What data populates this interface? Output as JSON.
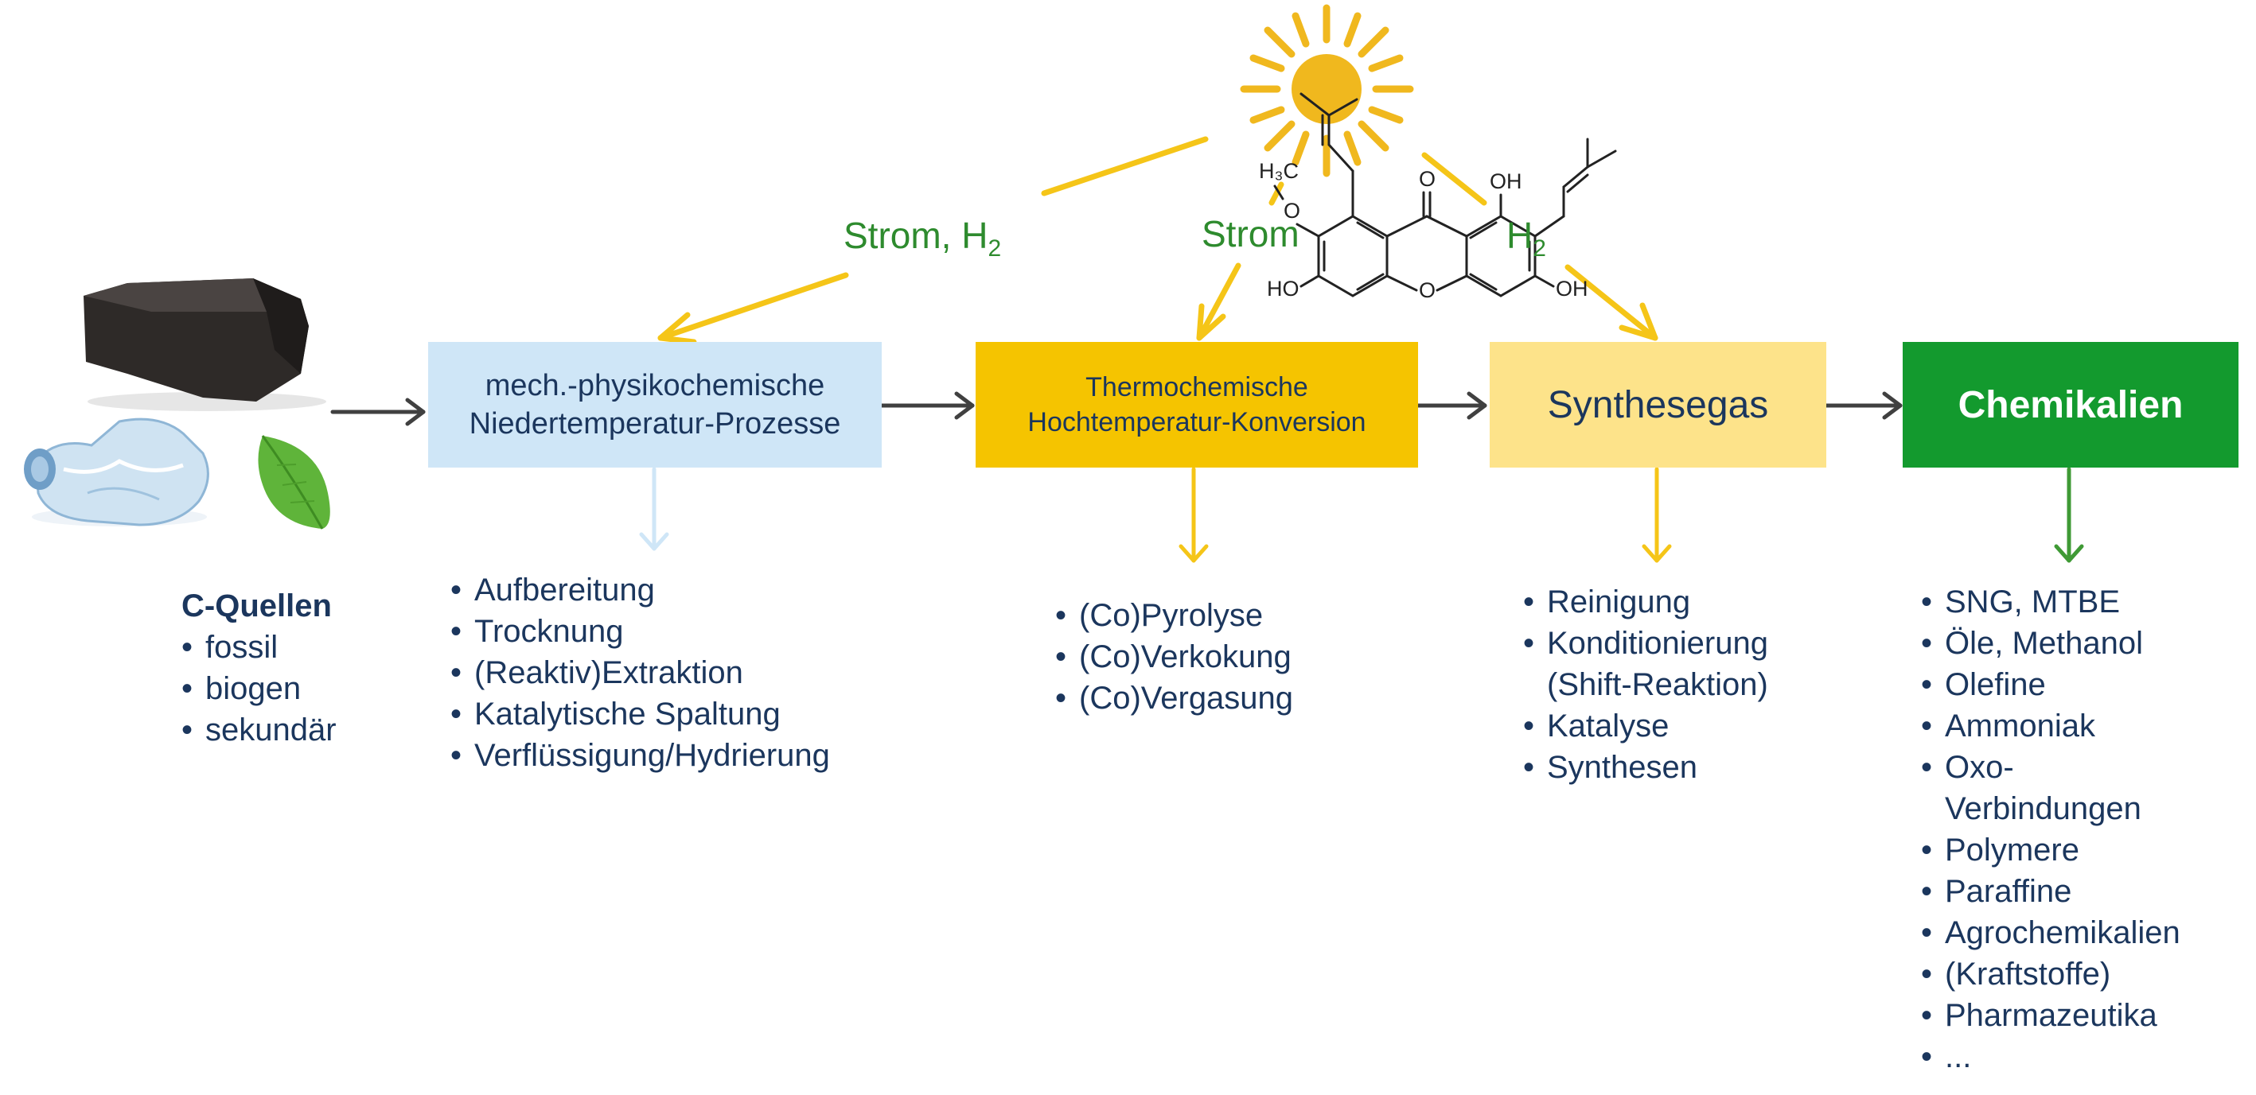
{
  "energy": {
    "strom_h2": {
      "text": "Strom, H",
      "sub": "2"
    },
    "strom": {
      "text": "Strom"
    },
    "h2": {
      "text": "H",
      "sub": "2"
    }
  },
  "sources": {
    "heading": "C-Quellen",
    "items": [
      "fossil",
      "biogen",
      "sekundär"
    ]
  },
  "boxes": {
    "mech": {
      "line1": "mech.-physikochemische",
      "line2": "Niedertemperatur-Prozesse",
      "color": "#cfe6f7"
    },
    "thermo": {
      "line1": "Thermochemische",
      "line2": "Hochtemperatur-Konversion",
      "color": "#f5c400"
    },
    "synth": {
      "label": "Synthesegas",
      "color": "#fde38a"
    },
    "chem": {
      "label": "Chemikalien",
      "color": "#139a2e"
    }
  },
  "lists": {
    "mech": [
      "Aufbereitung",
      "Trocknung",
      "(Reaktiv)Extraktion",
      "Katalytische Spaltung",
      "Verflüssigung/Hydrierung"
    ],
    "thermo": [
      "(Co)Pyrolyse",
      "(Co)Verkokung",
      "(Co)Vergasung"
    ],
    "synth": [
      "Reinigung",
      "Konditionierung (Shift-Reaktion)",
      "Katalyse",
      "Synthesen"
    ],
    "chem": [
      "SNG, MTBE",
      "Öle, Methanol",
      "Olefine",
      "Ammoniak",
      "Oxo-Verbindungen",
      "Polymere",
      "Paraffine",
      "Agrochemikalien",
      "(Kraftstoffe)",
      "Pharmazeutika",
      "..."
    ]
  },
  "molecule": {
    "h3c": "H₃C",
    "o_methoxy": "O",
    "o_carbonyl": "O",
    "oh_top": "OH",
    "ho_left": "HO",
    "o_ring": "O",
    "oh_right": "OH"
  },
  "colors": {
    "arrow": "#404040",
    "sun": "#f0b81e",
    "sun_arrow": "#f5c518",
    "text": "#1b365d",
    "energy_text": "#2e8b2e"
  }
}
